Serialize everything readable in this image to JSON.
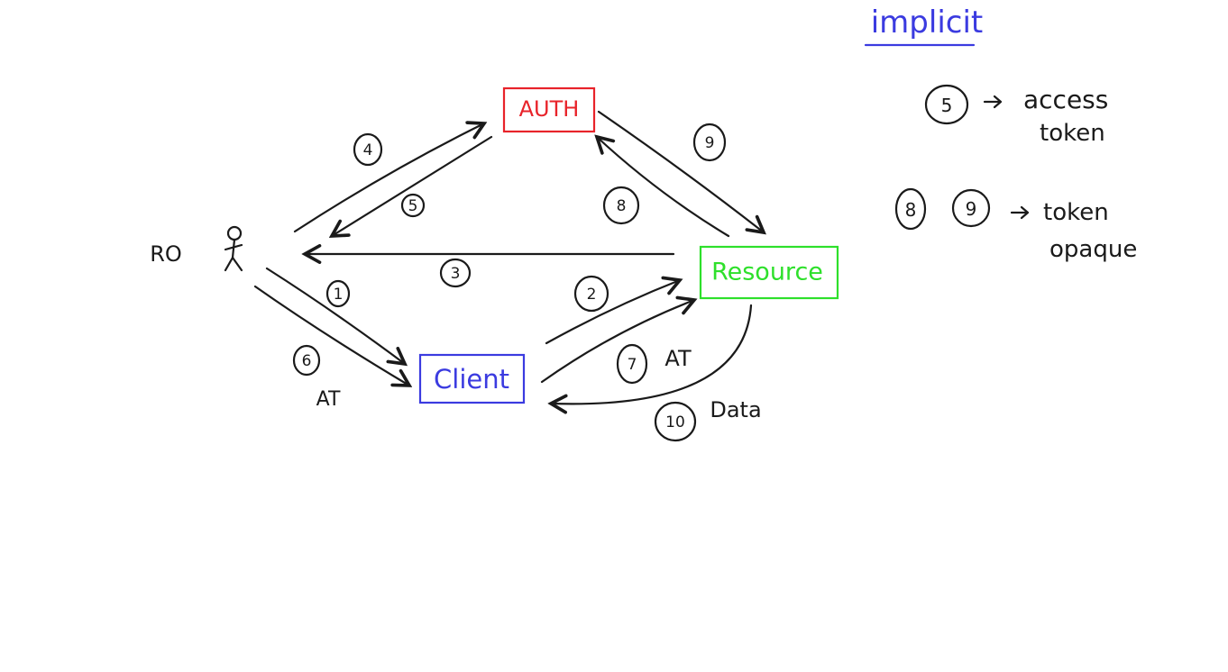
{
  "title": "implicit",
  "nodes": {
    "auth": {
      "label": "AUTH",
      "color": "#e8232a"
    },
    "resource": {
      "label": "Resource",
      "color": "#2ee02b"
    },
    "client": {
      "label": "Client",
      "color": "#3b3be0"
    },
    "owner": {
      "label": "RO"
    }
  },
  "steps": [
    "1",
    "2",
    "3",
    "4",
    "5",
    "6",
    "7",
    "8",
    "9",
    "10"
  ],
  "edge_labels": {
    "step6": "AT",
    "step7": "AT",
    "step10": "Data"
  },
  "notes": [
    {
      "step": "5",
      "text_line1": "access",
      "text_line2": "token"
    },
    {
      "steps": [
        "8",
        "9"
      ],
      "text_line1": "token",
      "text_line2": "opaque"
    }
  ],
  "colors": {
    "title": "#3b3be0",
    "ink": "#1a1a1a"
  }
}
